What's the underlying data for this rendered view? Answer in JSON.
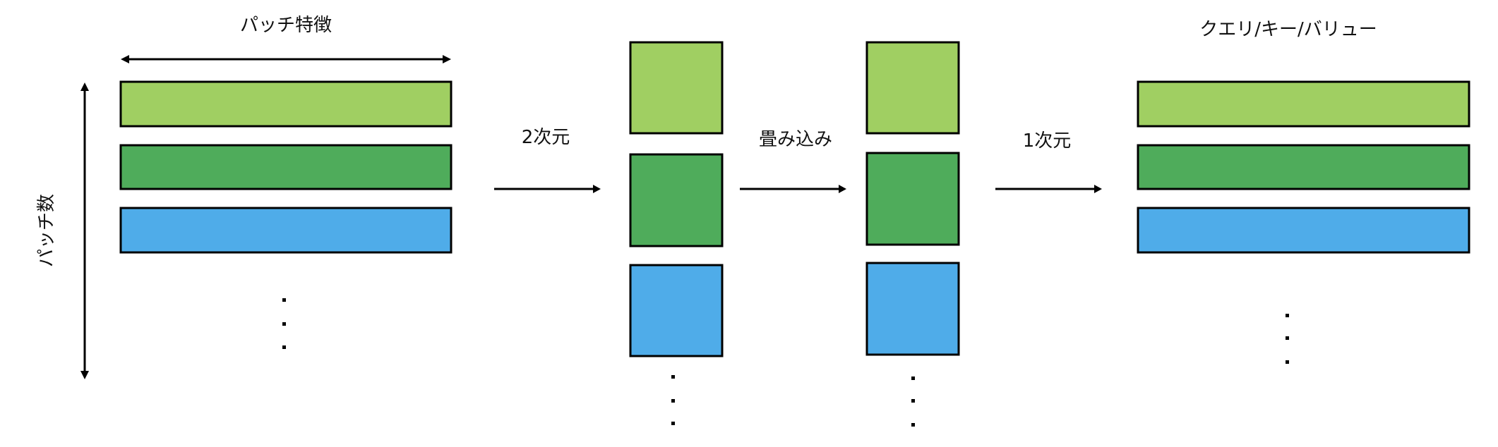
{
  "colors": {
    "light_green": "#A0CF62",
    "green": "#4FAC5B",
    "blue": "#4FACE9",
    "stroke": "#000000",
    "background": "#FFFFFF"
  },
  "labels": {
    "patch_features": "パッチ特徴",
    "patch_count": "パッチ数",
    "to_2d": "2次元",
    "convolution": "畳み込み",
    "to_1d": "1次元",
    "qkv": "クエリ/キー/バリュー"
  },
  "stages": [
    {
      "name": "input-patch-features",
      "shape": "horizontal-bars",
      "blocks": [
        "light_green",
        "green",
        "blue"
      ],
      "ellipsis": true
    },
    {
      "name": "reshaped-2d",
      "shape": "squares",
      "blocks": [
        "light_green",
        "green",
        "blue"
      ],
      "ellipsis": true
    },
    {
      "name": "convolved-2d",
      "shape": "squares",
      "blocks": [
        "light_green",
        "green",
        "blue"
      ],
      "ellipsis": true
    },
    {
      "name": "query-key-value",
      "shape": "horizontal-bars",
      "blocks": [
        "light_green",
        "green",
        "blue"
      ],
      "ellipsis": true
    }
  ],
  "transitions": [
    {
      "from": "input-patch-features",
      "to": "reshaped-2d",
      "label": "2次元"
    },
    {
      "from": "reshaped-2d",
      "to": "convolved-2d",
      "label": "畳み込み"
    },
    {
      "from": "convolved-2d",
      "to": "query-key-value",
      "label": "1次元"
    }
  ]
}
